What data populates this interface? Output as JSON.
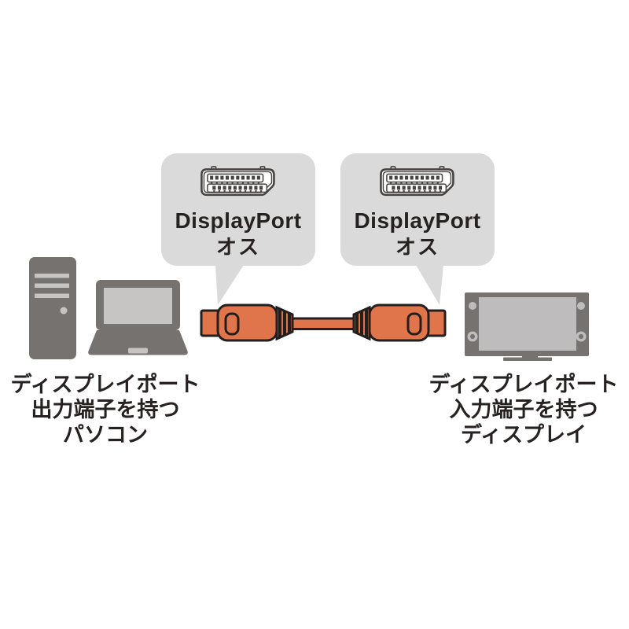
{
  "colors": {
    "bg": "#ffffff",
    "bubble": "#dadada",
    "device_dark": "#767270",
    "device_light": "#c7c5c4",
    "device_light2": "#bebcbc",
    "cable_orange": "#e0744a",
    "outline": "#231f1f",
    "connector_stroke": "#454240",
    "text": "#262221"
  },
  "bubbles": {
    "left": {
      "title": "DisplayPort",
      "subtitle": "オス"
    },
    "right": {
      "title": "DisplayPort",
      "subtitle": "オス"
    }
  },
  "captions": {
    "left": {
      "line1": "ディスプレイポート",
      "line2": "出力端子を持つ",
      "line3": "パソコン"
    },
    "right": {
      "line1": "ディスプレイポート",
      "line2": "入力端子を持つ",
      "line3": "ディスプレイ"
    }
  },
  "icons": {
    "connector": "displayport-connector-icon",
    "tower": "desktop-tower-icon",
    "laptop": "laptop-icon",
    "monitor": "monitor-icon",
    "cable": "displayport-cable-icon"
  }
}
